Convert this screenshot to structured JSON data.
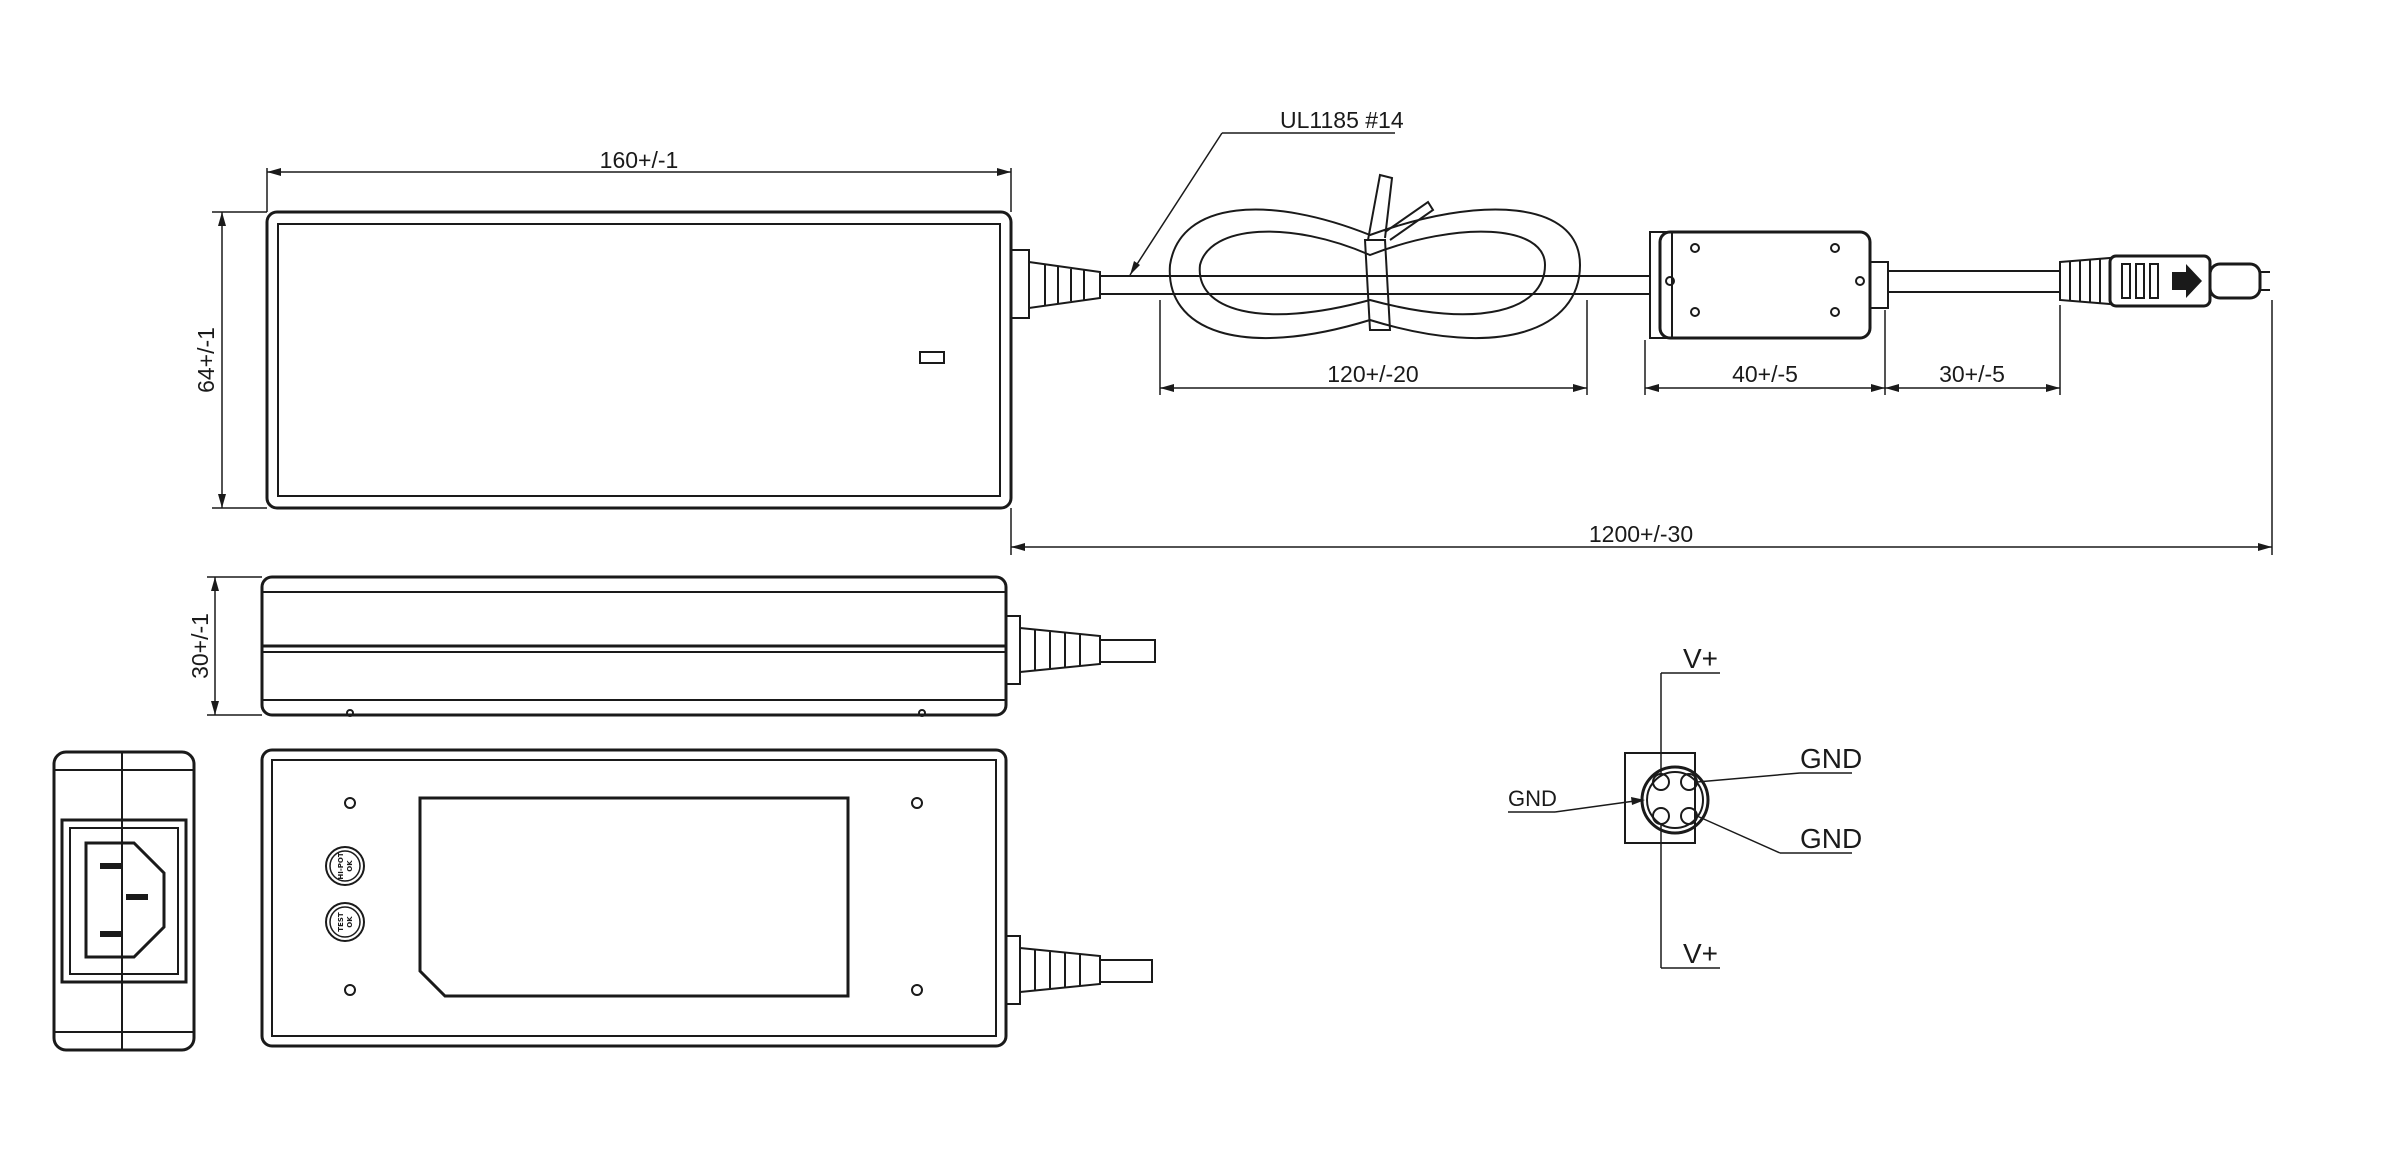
{
  "dimensions": {
    "length": "160+/-1",
    "width": "64+/-1",
    "height": "30+/-1",
    "cable_type": "UL1185 #14",
    "loop": "120+/-20",
    "ferrite": "40+/-5",
    "plug_lead": "30+/-5",
    "total_cable": "1200+/-30"
  },
  "pinout": {
    "top_pin": "V+",
    "bottom_pin": "V+",
    "left_pin": "GND",
    "right_top_pin": "GND",
    "right_bottom_pin": "GND"
  },
  "labels": {
    "hipot_line1": "HI-POT",
    "hipot_line2": "OK",
    "test_line1": "TEST",
    "test_line2": "OK"
  }
}
